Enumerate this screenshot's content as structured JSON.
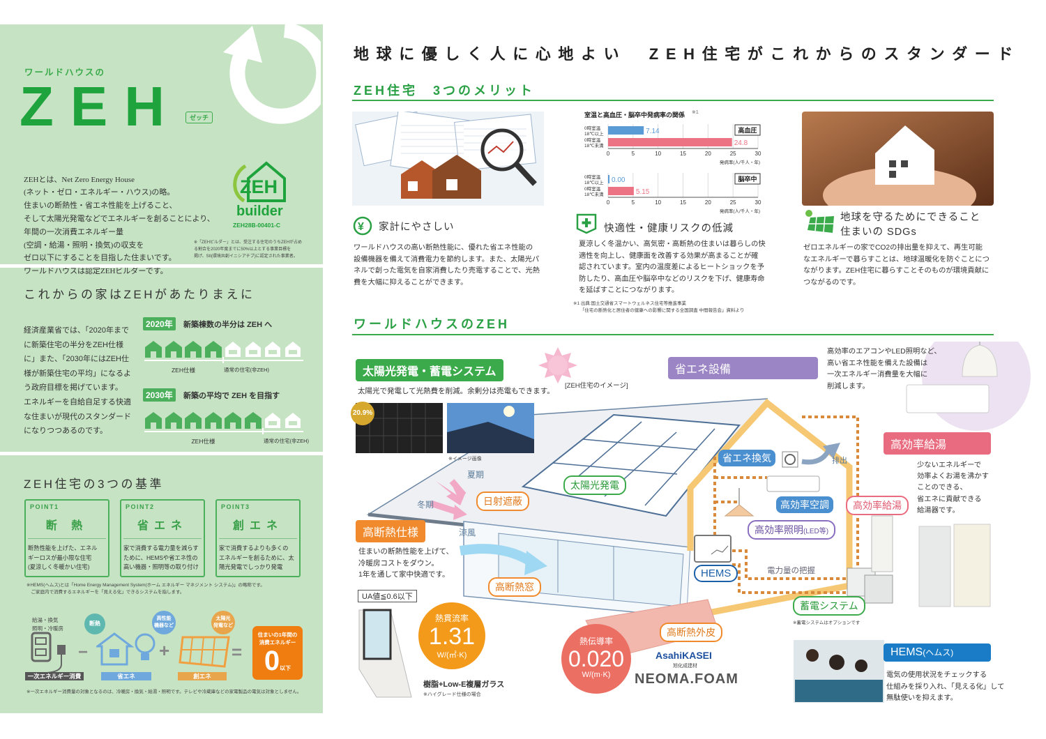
{
  "left": {
    "kicker": "ワールドハウスの",
    "logo": "ZEH",
    "reading": "ゼッチ",
    "intro": [
      "ZEHとは、Net Zero Energy House",
      "(ネット・ゼロ・エネルギー・ハウス)の略。",
      "住まいの断熱性・省エネ性能を上げること、",
      "そして太陽光発電などでエネルギーを創ることにより、",
      "年間の一次消費エネルギー量",
      "(空調・給湯・照明・換気)の収支を",
      "ゼロ以下にすることを目指した住まいです。",
      "ワールドハウスは認定ZEHビルダーです。"
    ],
    "builder": {
      "mark": "ZEH",
      "word": "builder",
      "code": "ZEH28B-00401-C",
      "note": "※「ZEHビルダー」とは、受注する住宅のうちZEHが占め\nる割合を2020年度までに50%以上とする事業目標を\n掲げ、SII(環境共創イニシアチブ)に認定された事業者。"
    },
    "sec2": {
      "title": "これからの家はZEHがあたりまえに",
      "text": "経済産業省では、「2020年まで\nに新築住宅の半分をZEH仕様\nに」また、「2030年にはZEH仕\n様が新築住宅の平均」になるよ\nう政府目標を掲げています。\nエネルギーを自給自足する快適\nな住まいが現代のスタンダード\nになりつつあるのです。",
      "targets": [
        {
          "year": "2020年",
          "caption": "新築棟数の半分は ZEH へ",
          "zeh": 4,
          "normal": 4,
          "zeh_label": "ZEH仕様",
          "normal_label": "通常の住宅(非ZEH)"
        },
        {
          "year": "2030年",
          "caption": "新築の平均で ZEH を目指す",
          "zeh": 6,
          "normal": 2,
          "zeh_label": "ZEH仕様",
          "normal_label": "通常の住宅(非ZEH)"
        }
      ]
    },
    "sec3": {
      "title": "ZEH住宅の3つの基準",
      "points": [
        {
          "no": "POINT1",
          "name": "断 熱",
          "desc": "断熱性能を上げた、エネル\nギーロスが最小限な住宅\n(夏涼しく冬暖かい住宅)"
        },
        {
          "no": "POINT2",
          "name": "省エネ",
          "desc": "家で消費する電力量を減らす\nために、HEMSや省エネ性の\n高い機器・照明等の取り付け"
        },
        {
          "no": "POINT3",
          "name": "創エネ",
          "desc": "家で消費するよりも多くの\nエネルギーを創るために、太\n陽光発電でしっかり発電"
        }
      ],
      "note": "※HEMS(ヘムス)とは「Home Energy Management System(ホーム エネルギー マネジメント システム)」の略称です。\n　ご家庭内で消費するエネルギーを「見える化」できるシステムを指します。",
      "formula": {
        "use": "給湯・換気\n照明・冷暖房",
        "primary": "一次エネルギー消費",
        "bubble1": "断熱",
        "bubble2": "高性能\n機器など",
        "bubble3": "太陽光\n発電など",
        "save": "省エネ",
        "create": "創エネ",
        "result_title": "住まいの1年間の\n消費エネルギー",
        "result_value": "0",
        "result_unit": "以下"
      },
      "footnote": "※一次エネルギー消費量の対象となるのは、冷暖房・換気・給湯・照明です。テレビや冷蔵庫などの家電製品の電気は対象としません。"
    }
  },
  "main": {
    "title": "地球に優しく人に心地よい　ZEH住宅がこれからのスタンダード",
    "merits_title": "ZEH住宅　3つのメリット",
    "merits": [
      {
        "title": "家計にやさしい",
        "text": "ワールドハウスの高い断熱性能に、優れた省エネ性能の\n設備機器を備えて消費電力を節約します。また、太陽光パ\nネルで創った電気を自家消費したり売電することで、光熱\n費を大幅に抑えることができます。"
      },
      {
        "title": "快適性・健康リスクの低減",
        "text": "夏涼しく冬温かい、高気密・高断熱の住まいは暮らしの快\n適性を向上し、健康面を改善する効果が高まることが確\n認されています。室内の温度差によるヒートショックを予\n防したり、高血圧や脳卒中などのリスクを下げ、健康寿命\nを延ばすことにつながります。",
        "source": "※1 出典:国土交通省スマートウェルネス住宅等推進事業\n　　「住宅の断熱化と居住者の健康への影響に関する全国調査 中間報告会」資料より"
      },
      {
        "title1": "地球を守るためにできること",
        "title2": "住まいの SDGs",
        "text": "ゼロエネルギーの家でCO2の排出量を抑えて、再生可能\nなエネルギーで暮らすことは、地球温暖化を防ぐことにつ\nながります。ZEH住宅に暮らすことそのものが環境貢献に\nつながるのです。"
      }
    ],
    "zeh_title": "ワールドハウスのZEH",
    "diagram": {
      "solar_title": "太陽光発電・蓄電システム",
      "solar_text": "太陽光で発電して光熱費を削減。余剰分は売電もできます。",
      "solar_badge": "20.9%",
      "image_note": "※イメージ画像",
      "image_caption": "[ZEH住宅のイメージ]",
      "summer": "夏期",
      "winter": "冬期",
      "breeze": "涼風",
      "shade": "日射遮蔽",
      "pv": "太陽光発電",
      "equip_title": "省エネ設備",
      "equip_text": "高効率のエアコンやLED照明など、\n高い省エネ性能を備えた設備は\n一次エネルギー消費量を大幅に\n削減します。",
      "hw_title": "高効率給湯",
      "hw_text": "少ないエネルギーで\n効率よくお湯を沸かす\nことのできる、\n省エネに貢献できる\n給湯器です。",
      "vent": "省エネ換気",
      "exhaust": "排出",
      "ac": "高効率空調",
      "light": "高効率照明",
      "light_sub": "(LED等)",
      "hw_tag": "高効率給湯",
      "hems_tag": "HEMS",
      "power": "電力量の把握",
      "battery": "蓄電システム",
      "battery_note": "※蓄電システムはオプションです",
      "ins_title": "高断熱仕様",
      "ins_text": "住まいの断熱性能を上げて、\n冷暖房コストをダウン。\n1年を通して家中快適です。",
      "ua": "UA値≦0.6以下",
      "window": "高断熱窓",
      "u_label": "熱貫流率",
      "u_value": "1.31",
      "u_unit": "W/(㎡·K)",
      "glass": "樹脂+Low-E複層ガラス",
      "glass_note": "※ハイグレード仕様の場合",
      "k_label": "熱伝導率",
      "k_value": "0.020",
      "k_unit": "W/(m·K)",
      "envelope": "高断熱外皮",
      "maker": "AsahiKASEI",
      "maker_sub": "旭化成建材",
      "product": "NEOMA.FOAM",
      "hems_title": "HEMS",
      "hems_kana": "(ヘムス)",
      "hems_text": "電気の使用状況をチェックする\n仕組みを採り入れ、「見える化」して\n無駄使いを抑えます。"
    }
  },
  "chart_data": {
    "type": "bar",
    "title": "室温と高血圧・脳卒中発病率の関係",
    "title_note": "※1",
    "xlabel": "発病率(人/千人・年)",
    "xlim": [
      0,
      30
    ],
    "ticks": [
      0,
      5,
      10,
      15,
      20,
      25,
      30
    ],
    "categories": [
      "0時室温\n18℃以上",
      "0時室温\n18℃未満"
    ],
    "panels": [
      {
        "name": "高血圧",
        "values": [
          7.14,
          24.8
        ],
        "labels": [
          "7.14",
          "24.8"
        ]
      },
      {
        "name": "脳卒中",
        "values": [
          0.0,
          5.15
        ],
        "labels": [
          "0.00",
          "5.15"
        ]
      }
    ],
    "colors": [
      "#5b9bd5",
      "#ec7384"
    ]
  },
  "colors": {
    "green": "#3aaa4a",
    "panel": "#c6e3c4",
    "orange": "#f08a2c",
    "pink": "#e96b7f",
    "blue": "#1a7cc6",
    "purple": "#9b85c4"
  }
}
